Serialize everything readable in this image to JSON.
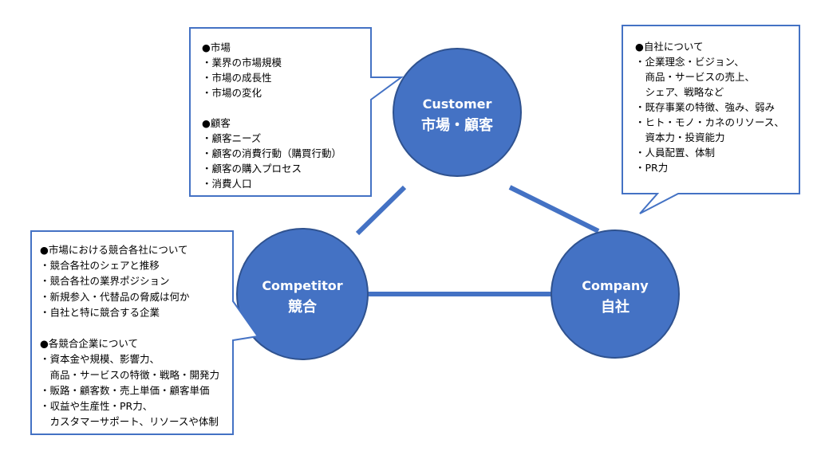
{
  "colors": {
    "node_fill": "#4472C4",
    "node_stroke": "#2F528F",
    "edge": "#4472C4",
    "callout_border": "#4472C4",
    "callout_fill": "#FFFFFF",
    "text": "#000000",
    "node_text": "#FFFFFF"
  },
  "nodes": {
    "customer": {
      "line1": "Customer",
      "line2": "市場・顧客"
    },
    "competitor": {
      "line1": "Competitor",
      "line2": "競合"
    },
    "company": {
      "line1": "Company",
      "line2": "自社"
    }
  },
  "callouts": {
    "customer": [
      "●市場",
      "・業界の市場規模",
      "・市場の成長性",
      "・市場の変化",
      "",
      "●顧客",
      "・顧客ニーズ",
      "・顧客の消費行動（購買行動）",
      "・顧客の購入プロセス",
      "・消費人口"
    ],
    "company": [
      "●自社について",
      "・企業理念・ビジョン、",
      "　商品・サービスの売上、",
      "　シェア、戦略など",
      "・既存事業の特徴、強み、弱み",
      "・ヒト・モノ・カネのリソース、",
      "　資本力・投資能力",
      "・人員配置、体制",
      "・PR力"
    ],
    "competitor": [
      "●市場における競合各社について",
      "・競合各社のシェアと推移",
      "・競合各社の業界ポジション",
      "・新規参入・代替品の脅威は何か",
      "・自社と特に競合する企業",
      "",
      "●各競合企業について",
      "・資本金や規模、影響力、",
      "　商品・サービスの特徴・戦略・開発力",
      "・販路・顧客数・売上単価・顧客単価",
      "・収益や生産性・PR力、",
      "　カスタマーサポート、リソースや体制"
    ]
  }
}
